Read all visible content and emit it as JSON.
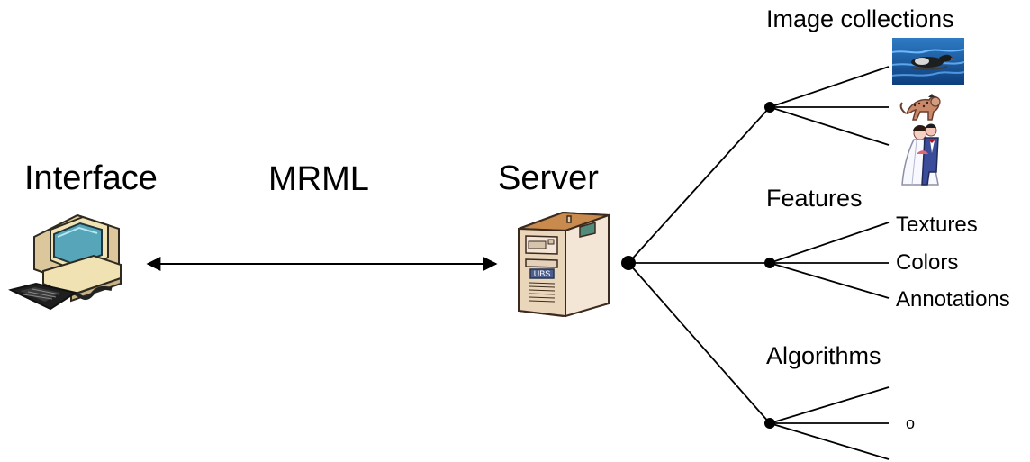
{
  "labels": {
    "interface": "Interface",
    "mrml": "MRML",
    "server": "Server",
    "image_collections": "Image collections",
    "features": "Features",
    "algorithms": "Algorithms"
  },
  "features": {
    "items": [
      "Textures",
      "Colors",
      "Annotations"
    ]
  },
  "algorithms": {
    "items": [
      "",
      "o",
      ""
    ]
  },
  "server_badge": "UBS",
  "icons": {
    "interface": "computer-icon",
    "server": "server-icon",
    "duck": "duck-icon",
    "cheetah": "cheetah-icon",
    "couple": "wedding-couple-icon"
  },
  "colors": {
    "line": "#000000",
    "screen": "#56a5b8",
    "computer_body": "#f1e2b4",
    "server_body": "#f2ddc4",
    "server_top": "#c98a4d",
    "server_front": "#d9c7a3",
    "water": "#1f5da0"
  }
}
